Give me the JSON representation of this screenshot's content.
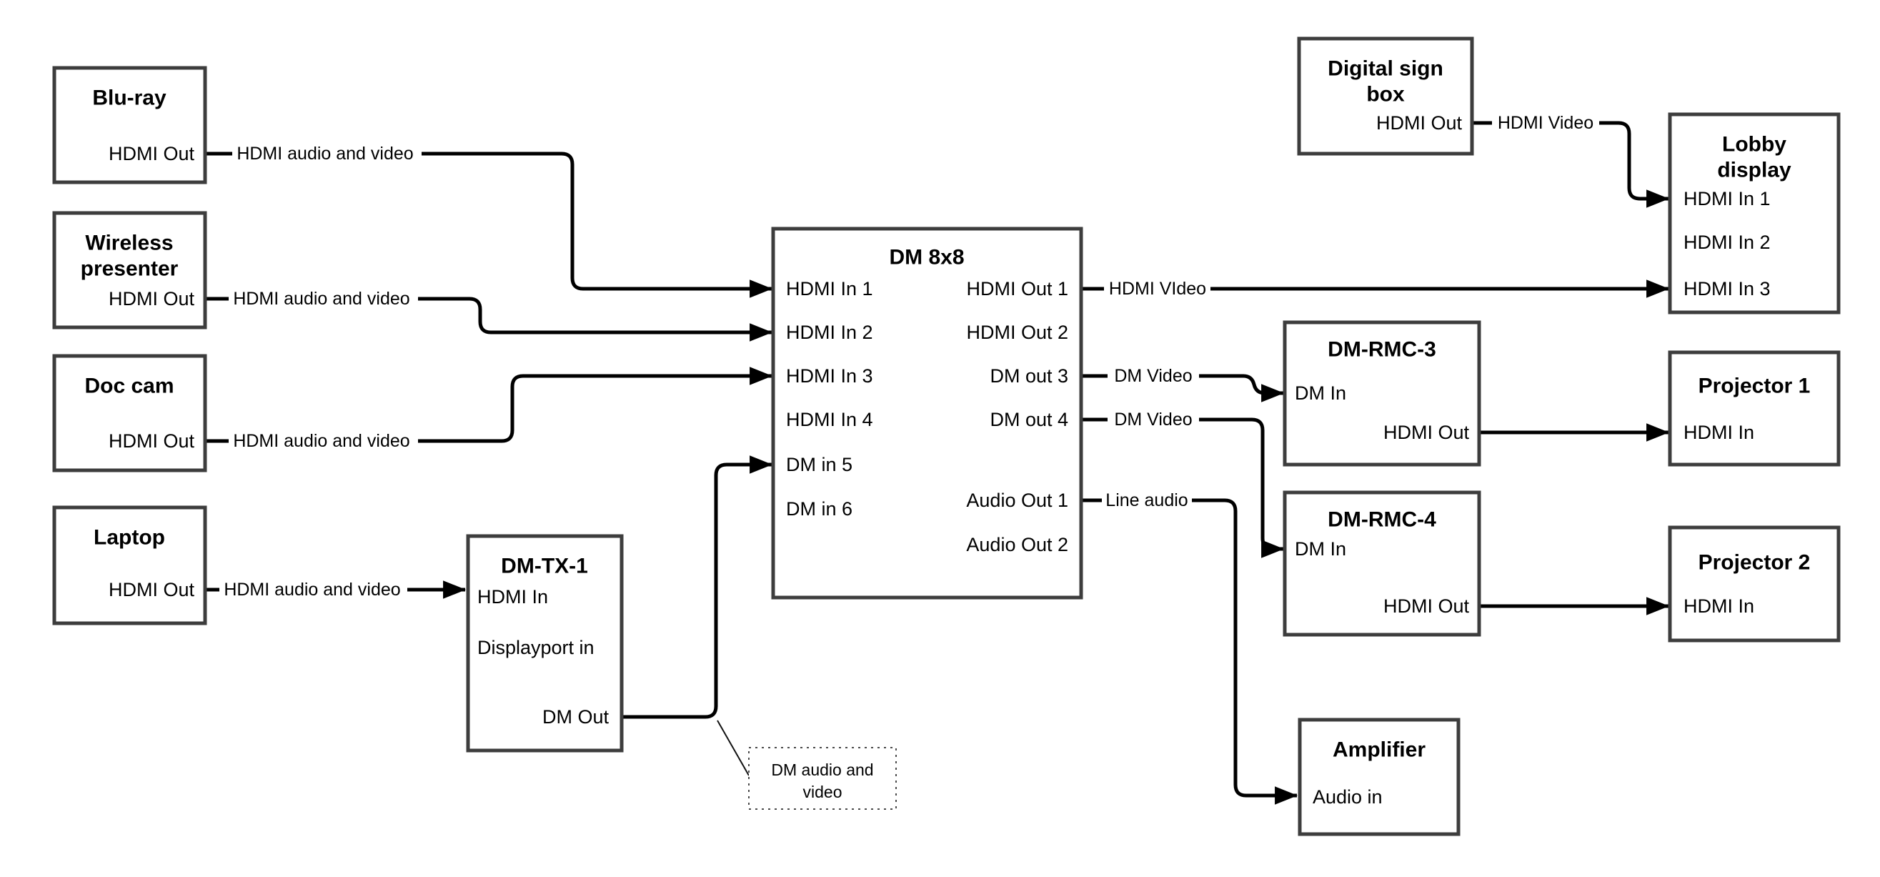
{
  "diagram": {
    "colors": {
      "background": "#ffffff",
      "box_border": "#3d3d3d",
      "wire": "#000000",
      "text": "#000000"
    },
    "boxes": {
      "bluray": {
        "title": "Blu-ray",
        "port_hdmi_out": "HDMI Out"
      },
      "wireless": {
        "title_line1": "Wireless",
        "title_line2": "presenter",
        "port_hdmi_out": "HDMI Out"
      },
      "doccam": {
        "title": "Doc cam",
        "port_hdmi_out": "HDMI Out"
      },
      "laptop": {
        "title": "Laptop",
        "port_hdmi_out": "HDMI Out"
      },
      "dmtx1": {
        "title": "DM-TX-1",
        "port_hdmi_in": "HDMI In",
        "port_displayport_in": "Displayport in",
        "port_dm_out": "DM Out"
      },
      "dm8x8": {
        "title": "DM 8x8",
        "left_ports": [
          "HDMI In 1",
          "HDMI In 2",
          "HDMI In 3",
          "HDMI In 4",
          "DM in 5",
          "DM in 6"
        ],
        "right_ports": [
          "HDMI Out 1",
          "HDMI Out 2",
          "DM out 3",
          "DM out 4",
          "Audio Out 1",
          "Audio Out 2"
        ]
      },
      "digital_sign": {
        "title_line1": "Digital sign",
        "title_line2": "box",
        "port_hdmi_out": "HDMI Out"
      },
      "lobby": {
        "title_line1": "Lobby",
        "title_line2": "display",
        "ports": [
          "HDMI In 1",
          "HDMI In 2",
          "HDMI In 3"
        ]
      },
      "dmrmc3": {
        "title": "DM-RMC-3",
        "port_dm_in": "DM In",
        "port_hdmi_out": "HDMI Out"
      },
      "proj1": {
        "title": "Projector 1",
        "port_hdmi_in": "HDMI In"
      },
      "dmrmc4": {
        "title": "DM-RMC-4",
        "port_dm_in": "DM In",
        "port_hdmi_out": "HDMI Out"
      },
      "proj2": {
        "title": "Projector 2",
        "port_hdmi_in": "HDMI In"
      },
      "amplifier": {
        "title": "Amplifier",
        "port_audio_in": "Audio in"
      }
    },
    "wire_labels": {
      "bluray": "HDMI audio and video",
      "wireless": "HDMI audio and video",
      "doccam": "HDMI audio and video",
      "laptop": "HDMI audio and video",
      "hdmi_out1": "HDMI VIdeo",
      "dm_out3": "DM Video",
      "dm_out4": "DM Video",
      "audio_out1": "Line audio",
      "digital_sign": "HDMI Video"
    },
    "callout": {
      "line1": "DM audio and",
      "line2": "video"
    }
  }
}
